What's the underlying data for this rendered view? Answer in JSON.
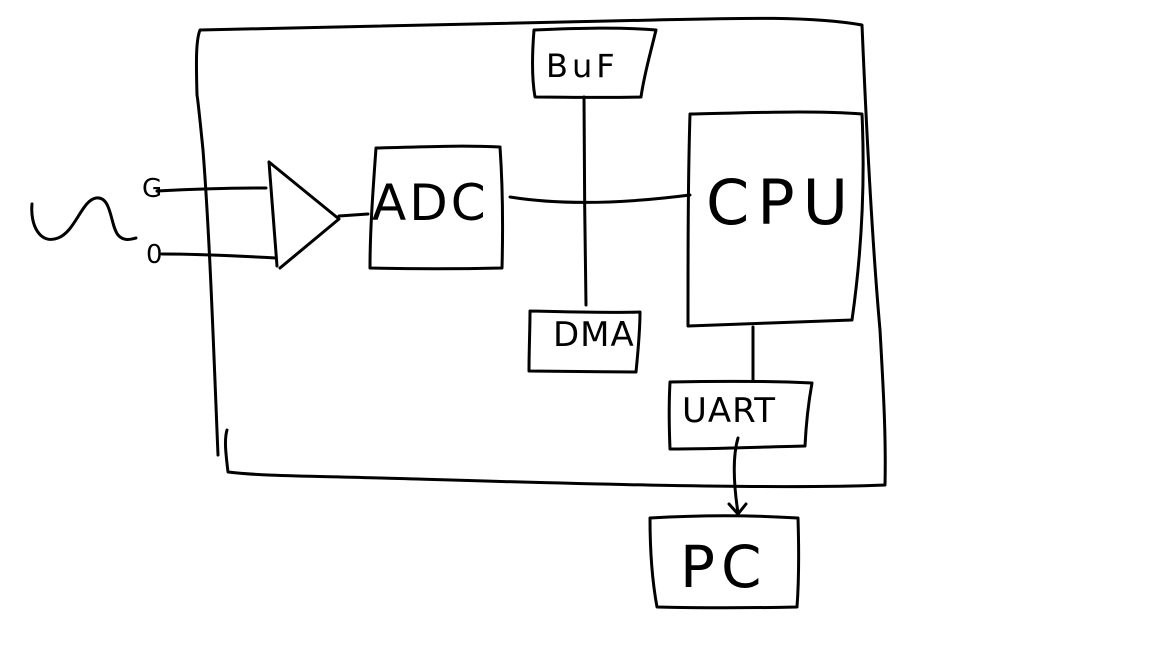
{
  "diagram": {
    "blocks": {
      "buf": "BuF",
      "adc": "ADC",
      "cpu": "CPU",
      "dma": "DMA",
      "uart": "UART",
      "pc": "PC"
    },
    "input_terminals": {
      "signal": "G",
      "ground": "0"
    },
    "icons": {
      "input_signal": "sine-wave-icon",
      "amplifier": "triangle-amplifier-icon",
      "uart_to_pc": "arrow-down-icon"
    },
    "ink_color": "#000000",
    "background_color": "#ffffff"
  }
}
